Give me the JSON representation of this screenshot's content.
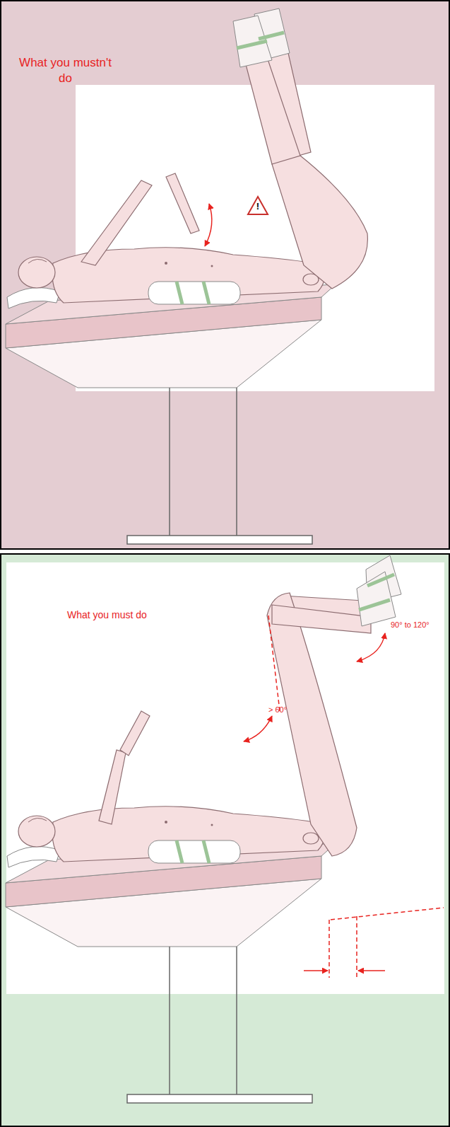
{
  "diagram": {
    "labels": [
      "What you mustn't do",
      "!",
      "What you must do",
      "90° to 120°",
      "> 60°"
    ]
  }
}
